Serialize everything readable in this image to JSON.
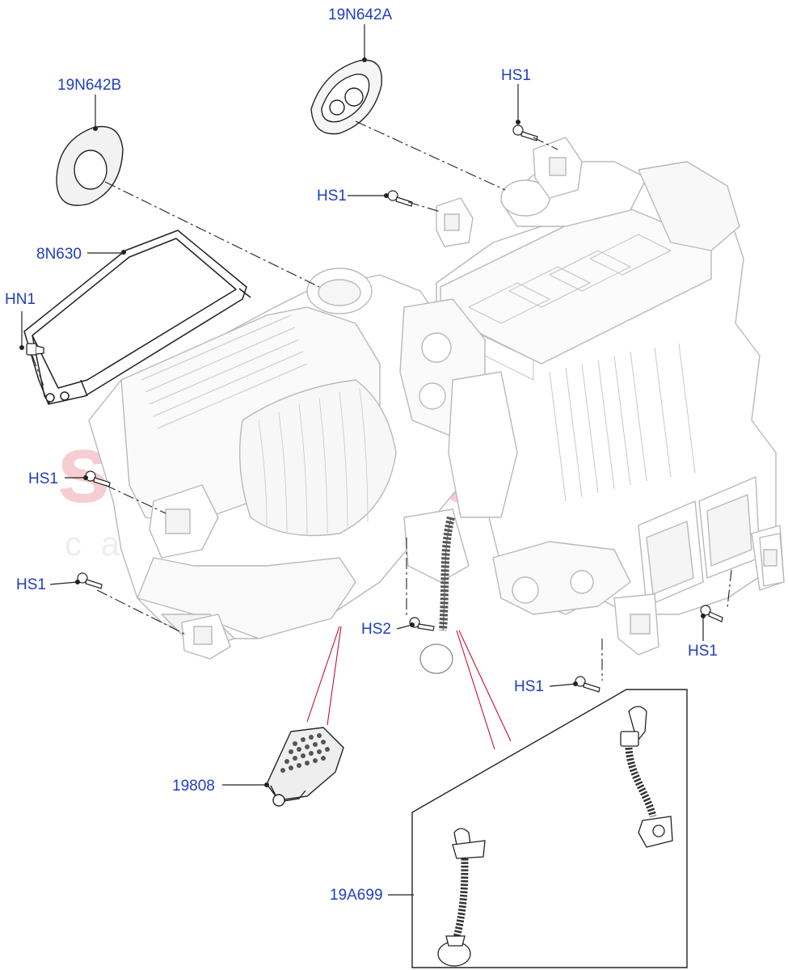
{
  "labels": {
    "n642a": "19N642A",
    "n642b": "19N642B",
    "hs1_top": "HS1",
    "hs1_upper": "HS1",
    "n630": "8N630",
    "hn1": "HN1",
    "hs1_left": "HS1",
    "hs1_lower_left": "HS1",
    "hs2": "HS2",
    "hs1_right": "HS1",
    "hs1_bottom": "HS1",
    "p19808": "19808",
    "a699": "19A699"
  },
  "watermark": {
    "main": "scuderia",
    "sub": "c a r   p a r t s"
  },
  "colors": {
    "label": "#1f3fbf",
    "line": "#222222",
    "faint_line": "#b9b9b9",
    "leader_red": "#c8102e",
    "watermark": "#f4c6cc"
  }
}
